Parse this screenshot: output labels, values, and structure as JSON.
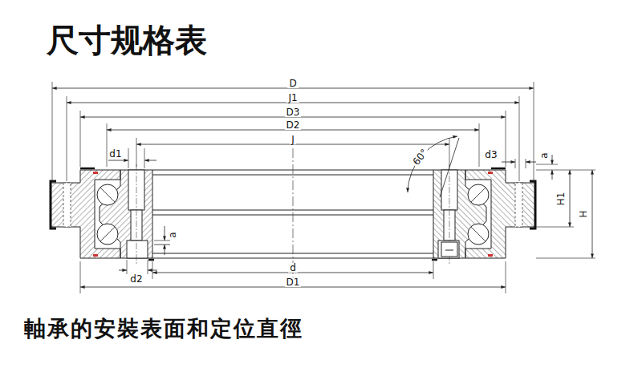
{
  "diagram": {
    "title": "尺寸规格表",
    "caption": "軸承的安裝表面和定位直徑",
    "labels": [
      "D",
      "J1",
      "D3",
      "D2",
      "J",
      "d1",
      "60°",
      "d3",
      "a",
      "H1",
      "H",
      "a",
      "d2",
      "d",
      "D1"
    ]
  }
}
